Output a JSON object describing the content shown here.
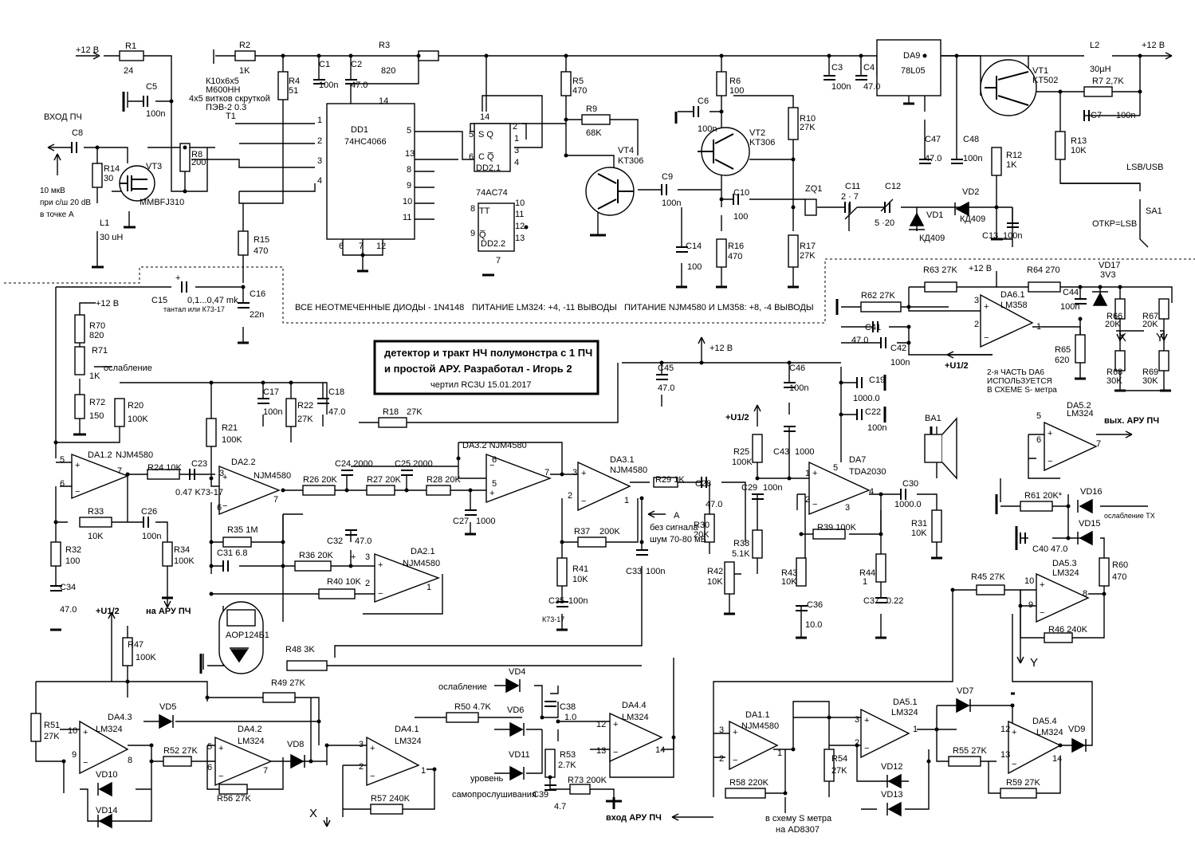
{
  "title_box": {
    "line1": "детектор и тракт НЧ полумонстра с 1 ПЧ",
    "line2": "и простой АРУ.  Разработал -  Игорь 2",
    "line3": "чертил RC3U   15.01.2017"
  },
  "notes": {
    "diodes": "ВСЕ НЕОТМЕЧЕННЫЕ ДИОДЫ - 1N4148",
    "power_lm324": "ПИТАНИЕ LM324: +4,  -11 ВЫВОДЫ",
    "power_njm": "ПИТАНИЕ NJM4580 И LM358: +8,  -4 ВЫВОДЫ",
    "input_level": [
      "10 мкВ",
      "при с/ш 20 dB",
      "в точке А"
    ],
    "noise": [
      "без сигнала",
      "шум 70-80 мВ"
    ],
    "da6_note": [
      "2-я ЧАСТЬ DA6",
      "ИСПОЛЬЗУЕТСЯ",
      "В СХЕМЕ S- метра"
    ],
    "transformer": [
      "К10х6х5",
      "М600НН",
      "4х5 витков скруткой",
      "ПЭВ-2  0.3"
    ],
    "tantalum": "тантал или К73-17",
    "k7317": "К73-17",
    "ou": "ОТКР=LSB",
    "smeter": [
      "в схему S метра",
      "на AD8307"
    ]
  },
  "signals": {
    "input": "ВХОД ПЧ",
    "v12": "+12 В",
    "u12": "+U1/2",
    "agc_out": "вых. АРУ ПЧ",
    "agc_in": "вход АРУ ПЧ",
    "to_if": "на АРУ ПЧ",
    "lsbusb": "LSB/USB",
    "point_a": "A",
    "atten": "ослабление",
    "atten_tx": "ослабление ТХ",
    "selfmon": [
      "уровень",
      "самопрослушивания"
    ],
    "x": "X",
    "y": "Y"
  },
  "chips": {
    "dd1": [
      "DD1",
      "74HC4066"
    ],
    "dd2": "74AC74",
    "da9": [
      "DA9",
      "78L05"
    ],
    "da6": [
      "DA6.1",
      "LM358"
    ],
    "da7": [
      "DA7",
      "TDA2030"
    ]
  }
}
